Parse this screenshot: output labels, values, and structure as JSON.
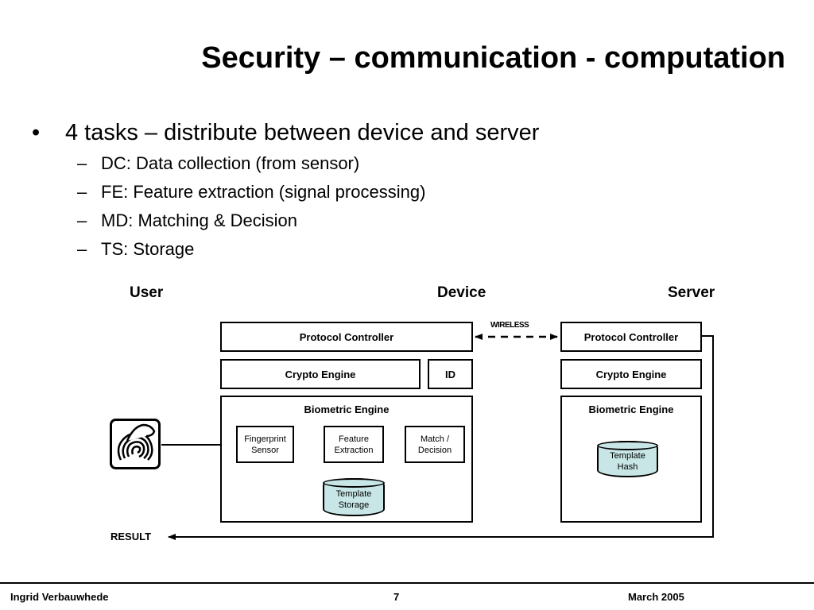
{
  "slide": {
    "title": "Security – communication - computation",
    "bullet": {
      "text": "4 tasks – distribute between device and server",
      "sub_items": [
        {
          "text": "DC: Data collection (from sensor)"
        },
        {
          "text": "FE: Feature extraction (signal processing)"
        },
        {
          "text": "MD: Matching & Decision"
        },
        {
          "text": "TS: Storage"
        }
      ]
    }
  },
  "diagram": {
    "columns": {
      "user": "User",
      "device": "Device",
      "server": "Server"
    },
    "device": {
      "protocol_controller": "Protocol Controller",
      "crypto_engine": "Crypto Engine",
      "id": "ID",
      "biometric_engine": "Biometric Engine",
      "fingerprint_sensor": [
        "Fingerprint",
        "Sensor"
      ],
      "feature_extraction": [
        "Feature",
        "Extraction"
      ],
      "match_decision": [
        "Match /",
        "Decision"
      ],
      "template_storage": [
        "Template",
        "Storage"
      ]
    },
    "server": {
      "protocol_controller": "Protocol Controller",
      "crypto_engine": "Crypto Engine",
      "biometric_engine": "Biometric Engine",
      "template_hash": [
        "Template",
        "Hash"
      ]
    },
    "wireless_label": "WIRELESS",
    "result_label": "RESULT",
    "icons": {
      "fingerprint": "fingerprint-icon"
    },
    "colors": {
      "storage_fill": "#c8e6e6"
    }
  },
  "footer": {
    "author": "Ingrid Verbauwhede",
    "page_number": "7",
    "date": "March 2005"
  }
}
